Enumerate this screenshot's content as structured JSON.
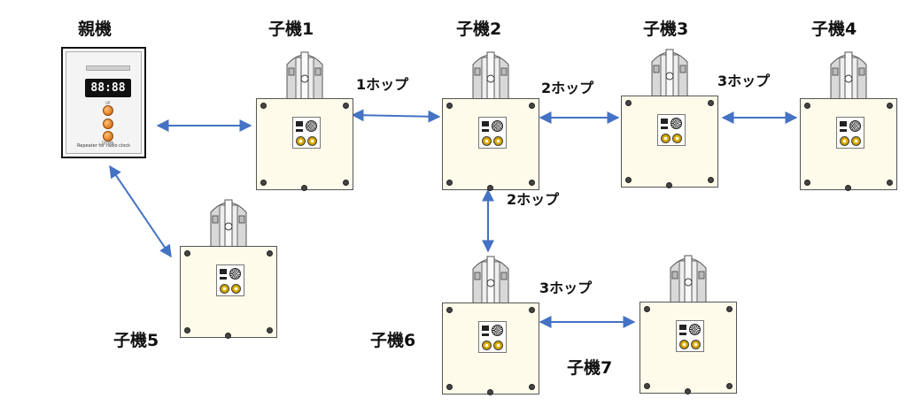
{
  "parent": {
    "title": "親機",
    "display_text": "88:88",
    "up_label": "UP",
    "down_label": "DOWN",
    "caption": "Repeater for radio clock"
  },
  "children": [
    {
      "id": "c1",
      "label": "子機1"
    },
    {
      "id": "c2",
      "label": "子機2"
    },
    {
      "id": "c3",
      "label": "子機3"
    },
    {
      "id": "c4",
      "label": "子機4"
    },
    {
      "id": "c5",
      "label": "子機5"
    },
    {
      "id": "c6",
      "label": "子機6"
    },
    {
      "id": "c7",
      "label": "子機7"
    }
  ],
  "hops": [
    {
      "id": "h1",
      "text": "1ホップ"
    },
    {
      "id": "h2a",
      "text": "2ホップ"
    },
    {
      "id": "h3a",
      "text": "3ホップ"
    },
    {
      "id": "h2b",
      "text": "2ホップ"
    },
    {
      "id": "h3b",
      "text": "3ホップ"
    }
  ],
  "colors": {
    "arrow": "#4472c4",
    "box_fill": "#fffbea"
  }
}
